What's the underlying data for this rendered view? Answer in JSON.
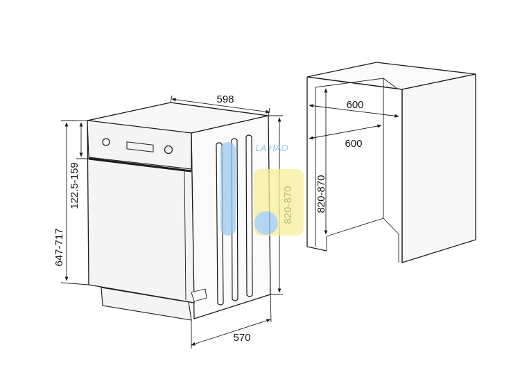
{
  "dimensions": {
    "width_top": "598",
    "depth_bottom": "570",
    "height_right": "820-870",
    "panel_height": "122.5-159",
    "door_height": "647-717",
    "niche_width_top": "600",
    "niche_width_inner": "600",
    "niche_height": "820-870"
  },
  "watermark": {
    "text": "LA HÀO"
  },
  "colors": {
    "panel_fill": "#f4f4f4",
    "side_fill": "#fafafa",
    "watermark_blue": "#5aa9e6",
    "watermark_yellow": "#f7ef9a"
  }
}
